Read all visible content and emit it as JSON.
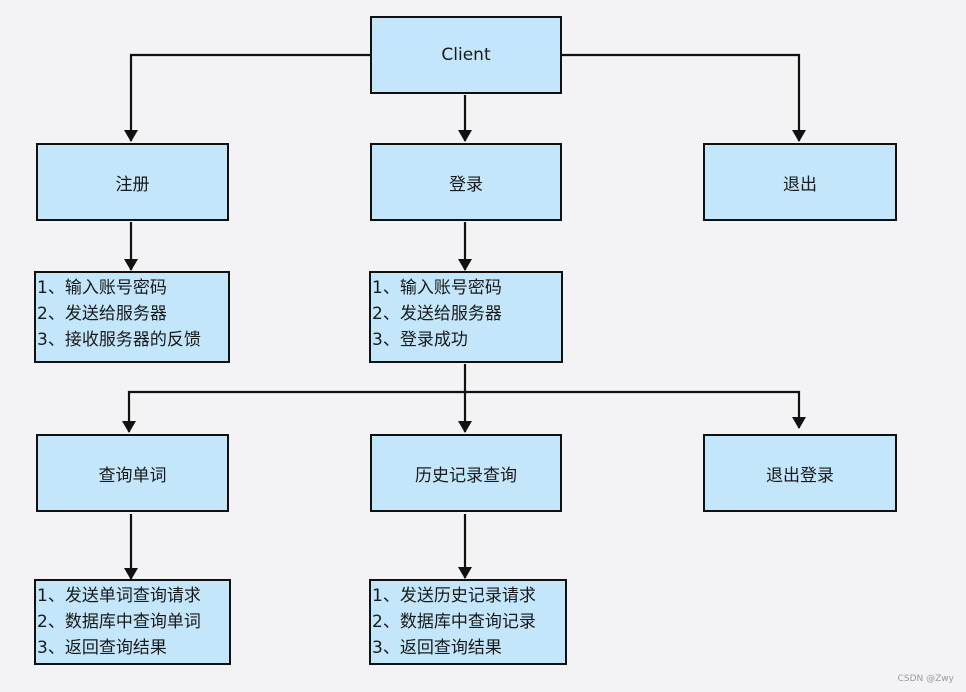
{
  "nodes": {
    "client": "Client",
    "register": "注册",
    "login": "登录",
    "exit": "退出",
    "register_steps": [
      "1、输入账号密码",
      "2、发送给服务器",
      "3、接收服务器的反馈"
    ],
    "login_steps": [
      "1、输入账号密码",
      "2、发送给服务器",
      "3、登录成功"
    ],
    "query_word": "查询单词",
    "history_query": "历史记录查询",
    "logout": "退出登录",
    "query_word_steps": [
      "1、发送单词查询请求",
      "2、数据库中查询单词",
      "3、返回查询结果"
    ],
    "history_steps": [
      "1、发送历史记录请求",
      "2、数据库中查询记录",
      "3、返回查询结果"
    ]
  },
  "colors": {
    "node_fill": "#c3e6fa",
    "node_border": "#111111",
    "background": "#f3f3f6"
  },
  "watermark": "CSDN @Zwy"
}
